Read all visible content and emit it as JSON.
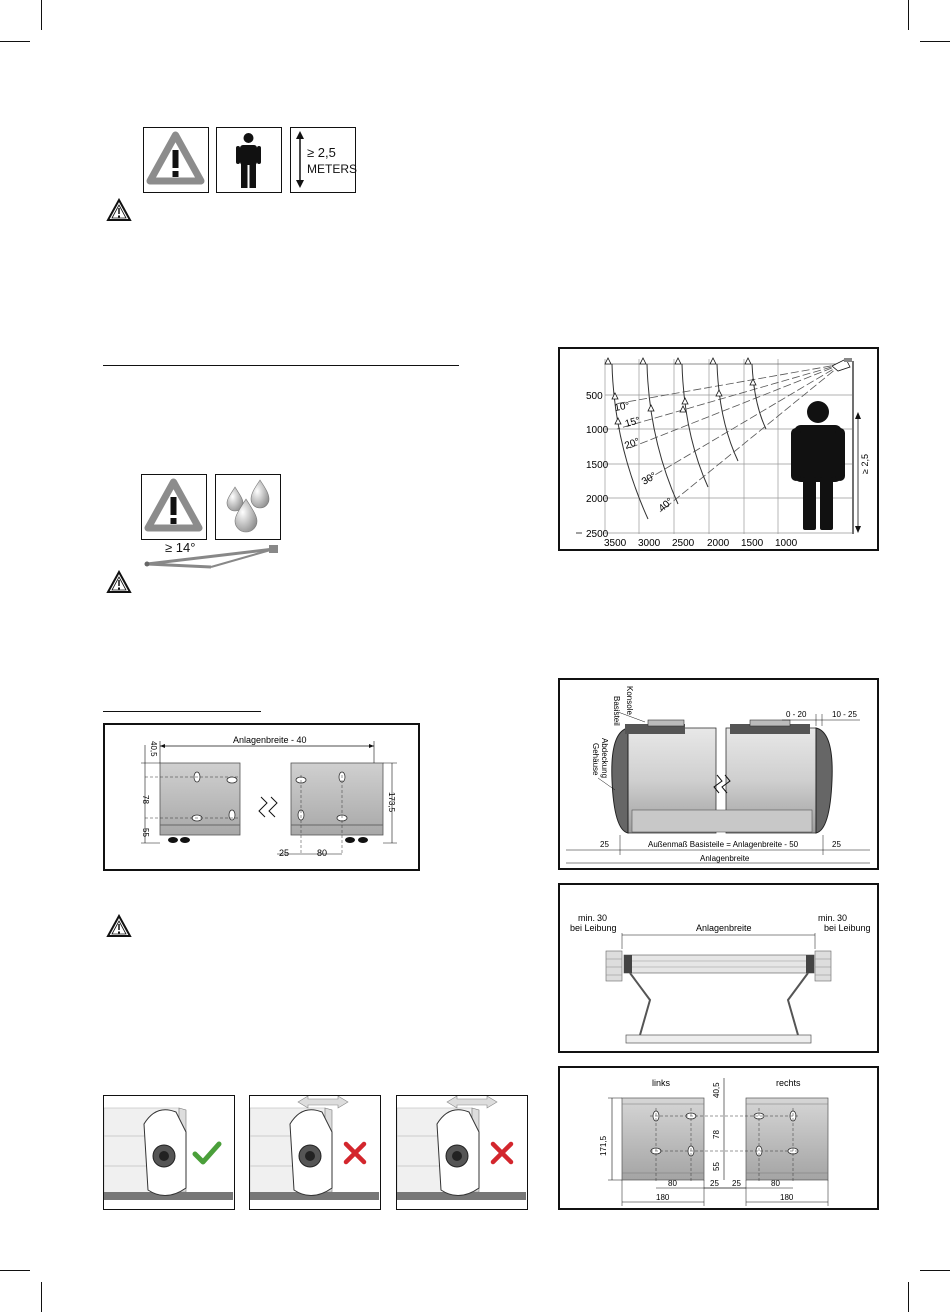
{
  "height_sign": {
    "line1": "≥ 2,5",
    "line2": "METERS"
  },
  "slope_sign": {
    "angle": "≥ 14°"
  },
  "angle_chart": {
    "y_ticks": [
      "500",
      "1000",
      "1500",
      "2000",
      "2500"
    ],
    "x_ticks": [
      "3500",
      "3000",
      "2500",
      "2000",
      "1500",
      "1000"
    ],
    "angles": [
      "10°",
      "15°",
      "20°",
      "30°",
      "40°"
    ],
    "height_label": "≥ 2,5"
  },
  "bracket_drawing": {
    "width_label": "Anlagenbreite - 40",
    "dim_top": "40,5",
    "dim_mid": "78",
    "dim_bottom": "55",
    "dim_height": "173,5",
    "dim_25": "25",
    "dim_80": "80"
  },
  "housing_drawing": {
    "konsole": "Konsole",
    "basisteil": "Basisteil",
    "abdeckung": "Abdeckung",
    "gehaeuse": "Gehäuse",
    "dim_0_20": "0 - 20",
    "dim_10_25": "10 - 25",
    "dim_left": "25",
    "dim_right": "25",
    "outer_label": "Außenmaß Basisteile = Anlagenbreite - 50",
    "total_label": "Anlagenbreite"
  },
  "wall_drawing": {
    "left_min": "min.",
    "left_value": "30",
    "left_sub": "bei Leibung",
    "right_min": "min.",
    "right_value": "30",
    "right_sub": "bei Leibung",
    "center": "Anlagenbreite"
  },
  "plates_drawing": {
    "left_title": "links",
    "right_title": "rechts",
    "dim_40_5": "40,5",
    "dim_78": "78",
    "dim_55": "55",
    "dim_171_5": "171,5",
    "dim_80_left": "80",
    "dim_25_left": "25",
    "dim_25_right": "25",
    "dim_80_right": "80",
    "dim_180_left": "180",
    "dim_180_right": "180"
  }
}
